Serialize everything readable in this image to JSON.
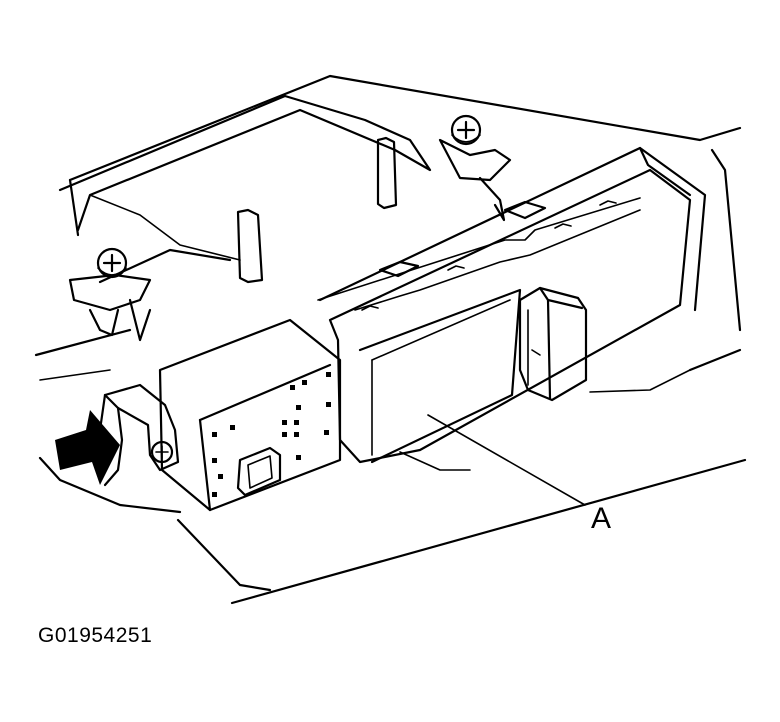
{
  "callouts": [
    {
      "id": "A",
      "label": "A"
    }
  ],
  "figure_id": "G01954251",
  "colors": {
    "line": "#000000",
    "background": "#ffffff"
  }
}
